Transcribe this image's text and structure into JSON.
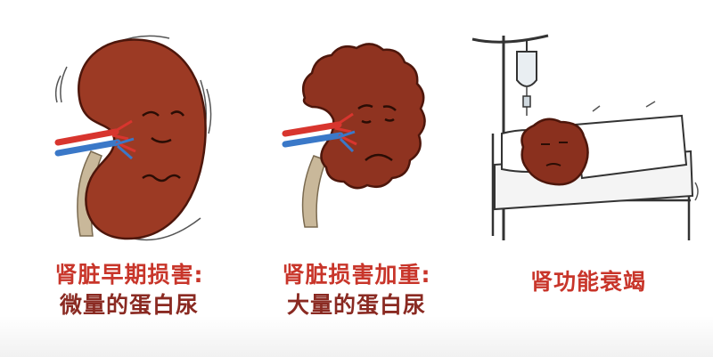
{
  "panels": [
    {
      "caption_line1": "肾脏早期损害:",
      "caption_line2": "微量的蛋白尿",
      "caption_colors": [
        "#c8352a",
        "#8a2a22"
      ]
    },
    {
      "caption_line1": "肾脏损害加重:",
      "caption_line2": "大量的蛋白尿",
      "caption_colors": [
        "#c8352a",
        "#8a2a22"
      ]
    },
    {
      "caption_line1": "肾功能衰竭",
      "caption_colors": [
        "#c8352a"
      ]
    }
  ],
  "colors": {
    "kidney": "#9c3a24",
    "kidney_dark": "#6e2414",
    "artery": "#d8352e",
    "vein": "#3a78c8",
    "ureter": "#c9b89a",
    "caption": "#c8352a"
  }
}
